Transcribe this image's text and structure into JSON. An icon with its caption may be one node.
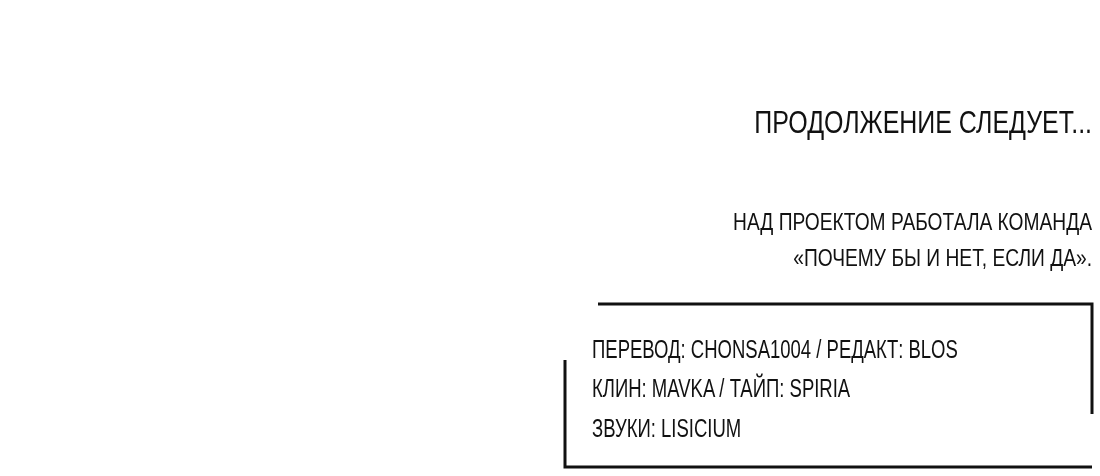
{
  "diagram": {
    "title": "ПРОДОЛЖЕНИЕ СЛЕДУЕТ...",
    "labels": [
      "НАД ПРОЕКТОМ РАБОТАЛА КОМАНДА «ПОЧЕМУ БЫ И НЕТ, ЕСЛИ ДА».",
      "ПЕРЕВОД: CHONSA1004 / РЕДАКТ: BLOS",
      "КЛИН: MAVKA / ТАЙП: SPIRIA",
      "ЗВУКИ: LISICIUM"
    ]
  }
}
